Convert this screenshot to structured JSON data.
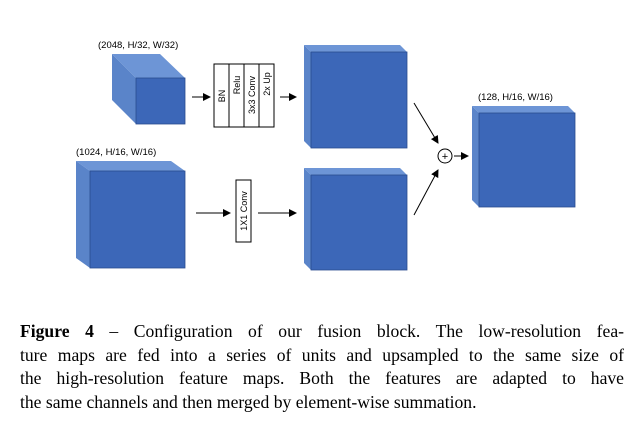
{
  "diagram": {
    "low_res_label": "(2048, H/32, W/32)",
    "high_res_label": "(1024, H/16, W/16)",
    "output_label": "(128, H/16, W/16)",
    "units_top": [
      "BN",
      "Relu",
      "3x3 Conv",
      "2x Up"
    ],
    "unit_bottom": "1X1 Conv",
    "sum_symbol": "+",
    "colors": {
      "cube_front": "#3c67b8",
      "cube_top": "#6d95d6",
      "cube_side": "#3158a5",
      "cube_edge": "#2a4c8e"
    }
  },
  "caption": {
    "label": "Figure 4",
    "lines": [
      " – Configuration of our fusion block. The low-resolution fea-",
      "ture maps are fed into a series of units and upsampled to the same size of",
      "the high-resolution feature maps. Both the features are adapted to have",
      "the same channels and then merged by element-wise summation."
    ]
  }
}
